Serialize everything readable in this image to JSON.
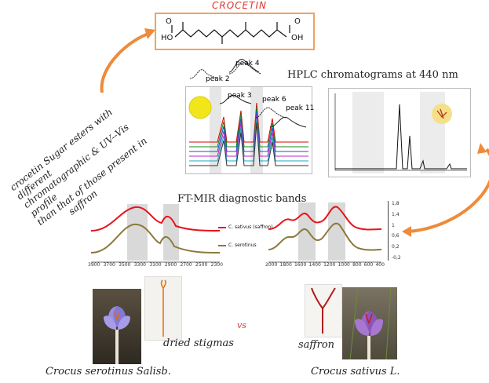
{
  "title": "CROCETIN",
  "side_note_lines": [
    "crocetin Sugar esters with different",
    "chromatographic & UV--Vis profile",
    "than that of those present in",
    "saffron"
  ],
  "hplc": {
    "title": "HPLC chromatograms at 440 nm",
    "peaks": [
      "peak 2",
      "peak 4",
      "peak 3",
      "peak 6",
      "peak 11"
    ]
  },
  "ftmir": {
    "title": "FT-MIR diagnostic bands",
    "legend": [
      "C. sativus (saffron)",
      "C. serotinus"
    ],
    "left_ticks": [
      "3900",
      "3700",
      "3500",
      "3300",
      "3100",
      "2900",
      "2700",
      "2500",
      "2300"
    ],
    "right_ticks": [
      "2000",
      "1800",
      "1600",
      "1400",
      "1200",
      "1000",
      "800",
      "600",
      "400"
    ],
    "y_ticks": [
      "1,8",
      "1,4",
      "1",
      "0,6",
      "0,2",
      "-0,2"
    ]
  },
  "labels": {
    "dried_stigmas": "dried stigmas",
    "vs": "vs",
    "saffron": "saffron",
    "species_left": "Crocus serotinus Salisb.",
    "species_right": "Crocus sativus L."
  },
  "colors": {
    "title_red": "#e0352b",
    "box_border": "#f0a35e",
    "arrow": "#ee8b3a",
    "saffron_line": "#e8141b",
    "serotinus_line": "#8b7a3c",
    "band": "#d9d9d9"
  }
}
